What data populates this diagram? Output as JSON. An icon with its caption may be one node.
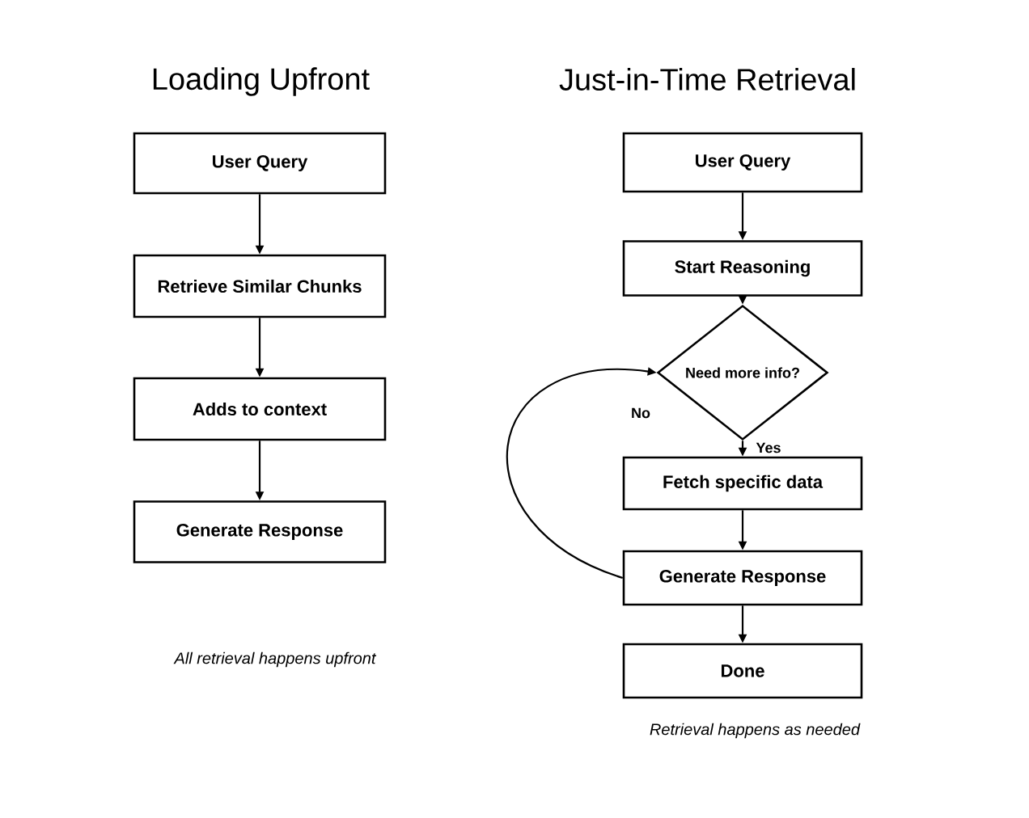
{
  "diagram": {
    "nodes": [
      {
        "text": [
          "User Query"
        ]
      },
      {
        "text": [
          "Retrieve Similar Chunks"
        ]
      },
      {
        "text": [
          "Adds to context"
        ]
      },
      {
        "text": [
          "Generate Response"
        ]
      },
      {
        "text": [
          "User Query"
        ]
      },
      {
        "text": [
          "Start Reasoning"
        ]
      },
      {
        "text": [
          "Need more info?"
        ]
      },
      {
        "text": [
          "Fetch specific data"
        ]
      },
      {
        "text": [
          "Generate Response"
        ]
      },
      {
        "text": [
          "Done"
        ]
      }
    ],
    "edges": [
      {
        "from": 0,
        "to": 1,
        "arrow": "to"
      },
      {
        "from": 1,
        "to": 2,
        "arrow": "to"
      },
      {
        "from": 2,
        "to": 3,
        "arrow": "to"
      },
      {
        "from": 4,
        "to": 5,
        "arrow": "to"
      },
      {
        "from": 5,
        "to": 6,
        "arrow": "to"
      },
      {
        "from": 6,
        "to": 7,
        "label": "Yes",
        "arrow": "to"
      },
      {
        "from": 7,
        "to": 8,
        "arrow": "to"
      },
      {
        "from": 8,
        "to": 9,
        "arrow": "to"
      },
      {
        "from": 8,
        "to": 6,
        "label": "No",
        "arrow": "to"
      }
    ],
    "labels": [
      "Loading Upfront",
      "Just-in-Time Retrieval",
      "All retrieval happens upfront",
      "Retrieval happens as needed"
    ]
  }
}
